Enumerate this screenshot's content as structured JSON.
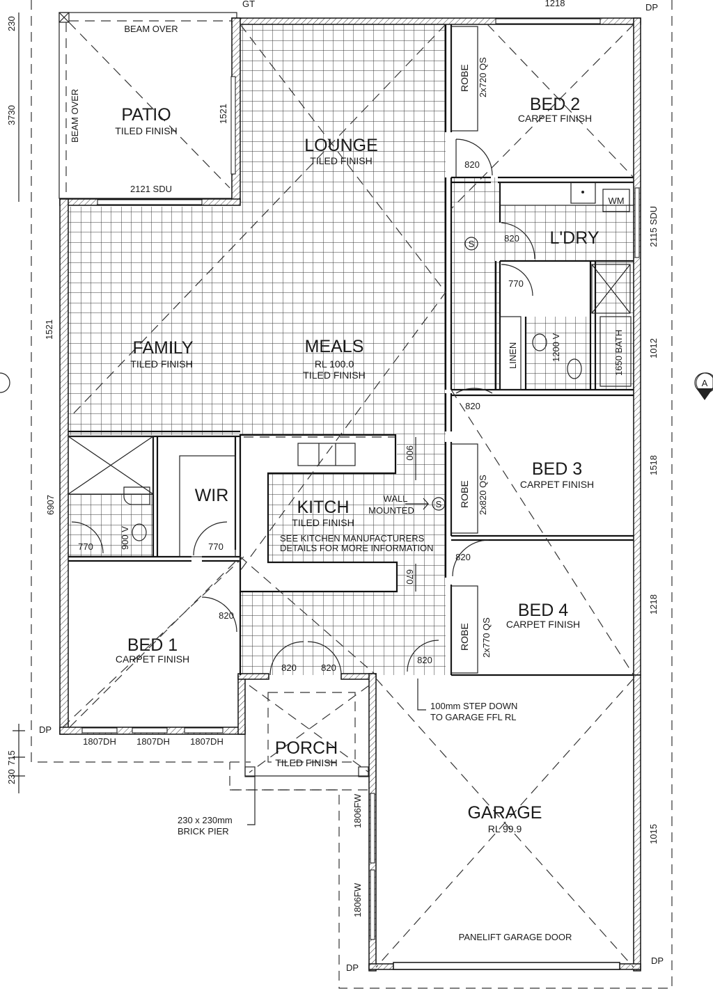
{
  "plan": {
    "rooms": {
      "patio": {
        "name": "PATIO",
        "finish": "TILED FINISH"
      },
      "lounge": {
        "name": "LOUNGE",
        "finish": "TILED FINISH"
      },
      "bed2": {
        "name": "BED 2",
        "finish": "CARPET FINISH"
      },
      "ldry": {
        "name": "L'DRY"
      },
      "family": {
        "name": "FAMILY",
        "finish": "TILED FINISH"
      },
      "meals": {
        "name": "MEALS",
        "level": "RL 100.0",
        "finish": "TILED FINISH"
      },
      "linen": {
        "name": "LINEN"
      },
      "bath": {
        "name": "1650 BATH"
      },
      "wir": {
        "name": "WIR"
      },
      "kitch": {
        "name": "KITCH",
        "finish": "TILED FINISH",
        "note1": "SEE KITCHEN MANUFACTURERS",
        "note2": "DETAILS FOR MORE INFORMATION"
      },
      "bed3": {
        "name": "BED 3",
        "finish": "CARPET FINISH"
      },
      "bed4": {
        "name": "BED 4",
        "finish": "CARPET FINISH"
      },
      "bed1": {
        "name": "BED 1",
        "finish": "CARPET FINISH"
      },
      "porch": {
        "name": "PORCH",
        "finish": "TILED FINISH"
      },
      "garage": {
        "name": "GARAGE",
        "level": "RL 99.9"
      }
    },
    "robes": [
      {
        "label": "ROBE",
        "size": "2x720 QS"
      },
      {
        "label": "ROBE",
        "size": "2x820 QS"
      },
      {
        "label": "ROBE",
        "size": "2x770 QS"
      }
    ],
    "labels": {
      "gt": "GT",
      "beam_over_top": "BEAM OVER",
      "beam_over_side": "BEAM OVER",
      "patio_sdu": "2121 SDU",
      "wm": "WM",
      "wall": "WALL",
      "mounted": "MOUNTED",
      "smoke": "S",
      "vanity_1200": "1200 V",
      "vanity_900": "900 V",
      "step_down_1": "100mm STEP DOWN",
      "step_down_2": "TO GARAGE FFL RL",
      "pier_1": "230 x 230mm",
      "pier_2": "BRICK PIER",
      "garage_door": "PANELIFT GARAGE DOOR",
      "section_marker": "A",
      "dp": "DP"
    },
    "doors": [
      "820",
      "820",
      "770",
      "820",
      "770",
      "770",
      "820",
      "820",
      "820",
      "820",
      "820"
    ],
    "windows": [
      "1807DH",
      "1807DH",
      "1807DH",
      "1806FW",
      "1806FW"
    ],
    "dims": {
      "left": [
        "230",
        "3730",
        "1521",
        "6907",
        "715",
        "230"
      ],
      "patio_side": "1521",
      "top": "1218",
      "right": [
        "2115 SDU",
        "1012",
        "1518",
        "1218",
        "1015"
      ],
      "kitchen": [
        "900",
        "670"
      ]
    }
  }
}
